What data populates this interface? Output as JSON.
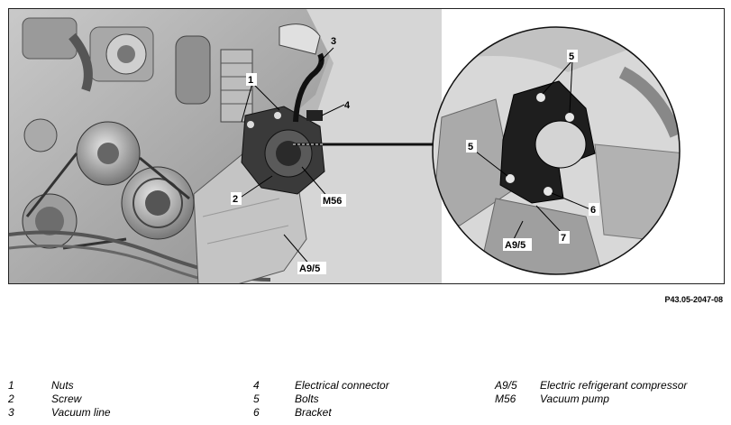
{
  "figure": {
    "callouts_main": {
      "c1": "1",
      "c2": "2",
      "c3": "3",
      "c4": "4",
      "cm56": "M56",
      "ca95": "A9/5"
    },
    "callouts_detail": {
      "c5a": "5",
      "c5b": "5",
      "c6": "6",
      "c7": "7",
      "ca95": "A9/5"
    },
    "figure_id": "P43.05-2047-08"
  },
  "legend": [
    {
      "code": "1",
      "text": "Nuts"
    },
    {
      "code": "2",
      "text": "Screw"
    },
    {
      "code": "3",
      "text": "Vacuum line"
    },
    {
      "code": "4",
      "text": "Electrical connector"
    },
    {
      "code": "5",
      "text": "Bolts"
    },
    {
      "code": "6",
      "text": "Bracket"
    },
    {
      "code": "A9/5",
      "text": "Electric refrigerant compressor"
    },
    {
      "code": "M56",
      "text": "Vacuum pump"
    }
  ]
}
